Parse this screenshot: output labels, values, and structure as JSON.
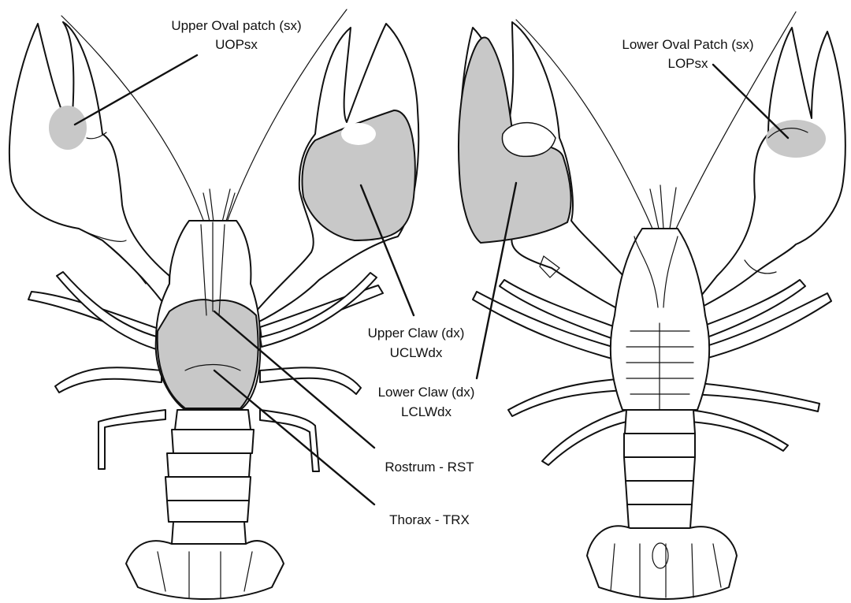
{
  "colors": {
    "patch": "#c8c8c8",
    "outline": "#111111",
    "background": "#ffffff"
  },
  "labels": {
    "uop": {
      "line1": "Upper Oval patch (sx)",
      "line2": "UOPsx"
    },
    "lop": {
      "line1": "Lower Oval Patch (sx)",
      "line2": "LOPsx"
    },
    "uclw": {
      "line1": "Upper Claw (dx)",
      "line2": "UCLWdx"
    },
    "lclw": {
      "line1": "Lower Claw (dx)",
      "line2": "LCLWdx"
    },
    "rst": {
      "line1": "Rostrum - RST"
    },
    "trx": {
      "line1": "Thorax - TRX"
    }
  }
}
